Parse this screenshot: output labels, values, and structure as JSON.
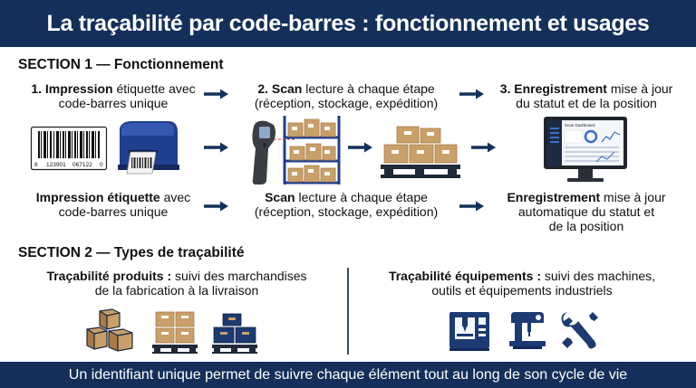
{
  "header": {
    "title": "La traçabilité par code-barres : fonctionnement et usages"
  },
  "section1": {
    "title": "SECTION 1 — Fonctionnement",
    "top_steps": [
      {
        "bold": "1. Impression",
        "rest_line1": " étiquette avec",
        "line2": "code-barres unique"
      },
      {
        "bold": "2. Scan",
        "rest_line1": " lecture à chaque étape",
        "line2": "(réception, stockage, expédition)"
      },
      {
        "bold": "3. Enregistrement",
        "rest_line1": " mise à jour",
        "line2": "du statut et de la position"
      }
    ],
    "bottom_steps": [
      {
        "bold": "Impression étiquette",
        "rest_line1": " avec",
        "line2": "code-barres unique",
        "line3": ""
      },
      {
        "bold": "Scan",
        "rest_line1": " lecture à chaque étape",
        "line2": "(réception, stockage, expédition)",
        "line3": ""
      },
      {
        "bold": "Enregistrement",
        "rest_line1": " mise à jour",
        "line2": "automatique du statut et",
        "line3": "de la position"
      }
    ],
    "barcode_digits": {
      "left": "8",
      "mid1": "123901",
      "mid2": "067122",
      "right": "0"
    },
    "dashboard_title": "Scan Dashboard"
  },
  "section2": {
    "title": "SECTION 2 — Types de traçabilité",
    "products": {
      "bold": "Traçabilité produits :",
      "rest_line1": " suivi des marchandises",
      "line2": "de la fabrication à la livraison"
    },
    "equipment": {
      "bold": "Traçabilité équipements :",
      "rest_line1": " suivi des machines,",
      "line2": "outils et équipements industriels"
    }
  },
  "footer": {
    "text": "Un identifiant unique permet de suivre chaque élément tout au long de son cycle de vie"
  },
  "colors": {
    "navy": "#14305a",
    "box": "#c9a06a",
    "box_dark": "#a87c47",
    "printer": "#1f3f8f",
    "scanner": "#3a3d44"
  }
}
